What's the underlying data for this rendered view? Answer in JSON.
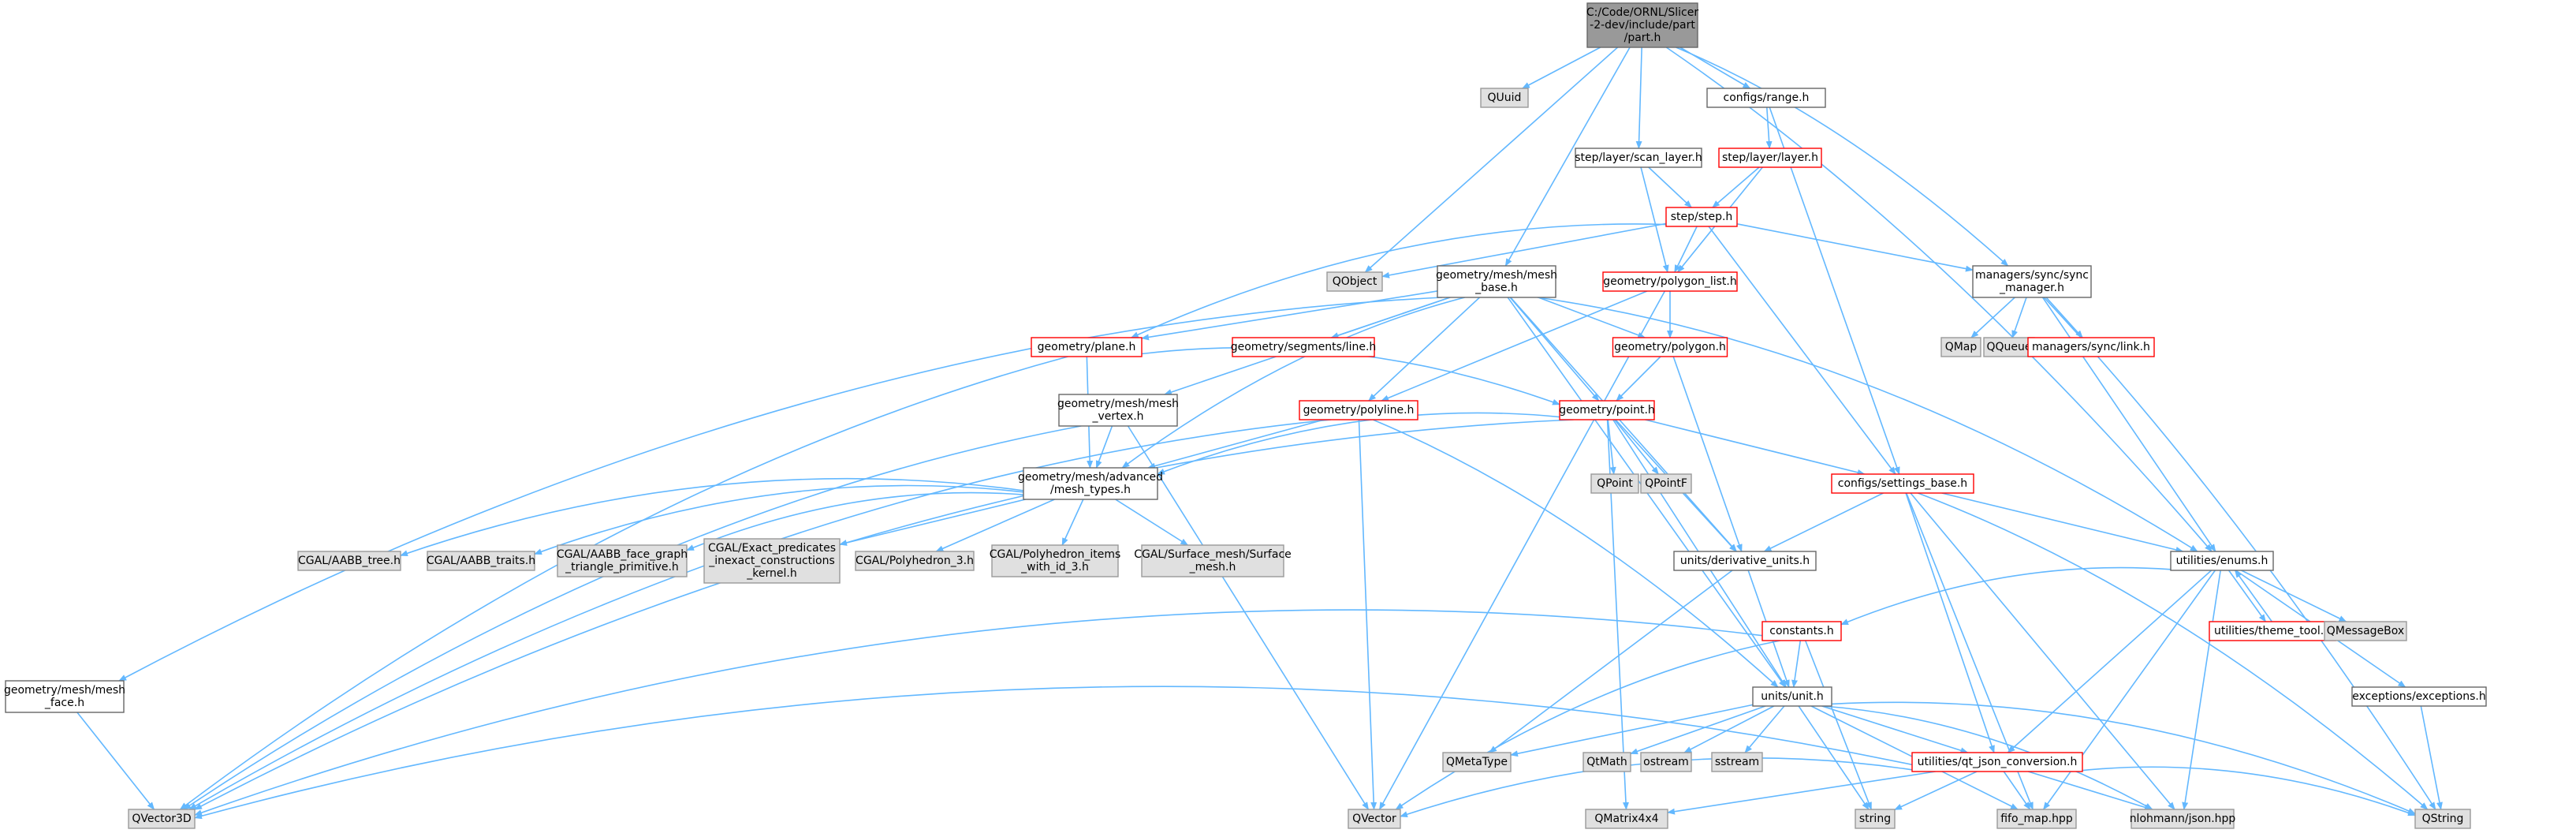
{
  "colors": {
    "edge": "#63b8ff",
    "root_fill": "#999999",
    "external_fill": "#e0e0e0",
    "external_stroke": "#999999",
    "header_fill": "#ffffff",
    "header_stroke": "#666666",
    "incomplete_stroke": "#ff0000"
  },
  "graph": {
    "nodes": [
      {
        "id": "part",
        "kind": "root",
        "lines": [
          "C:/Code/ORNL/Slicer",
          "-2-dev/include/part",
          "/part.h"
        ]
      },
      {
        "id": "quuid",
        "kind": "external",
        "lines": [
          "QUuid"
        ]
      },
      {
        "id": "range",
        "kind": "header",
        "lines": [
          "configs/range.h"
        ]
      },
      {
        "id": "scanlayer",
        "kind": "header",
        "lines": [
          "step/layer/scan_layer.h"
        ]
      },
      {
        "id": "layer",
        "kind": "incomplete",
        "lines": [
          "step/layer/layer.h"
        ]
      },
      {
        "id": "step",
        "kind": "incomplete",
        "lines": [
          "step/step.h"
        ]
      },
      {
        "id": "qobject",
        "kind": "external",
        "lines": [
          "QObject"
        ]
      },
      {
        "id": "meshbase",
        "kind": "header",
        "lines": [
          "geometry/mesh/mesh",
          "_base.h"
        ]
      },
      {
        "id": "polylist",
        "kind": "incomplete",
        "lines": [
          "geometry/polygon_list.h"
        ]
      },
      {
        "id": "syncmgr",
        "kind": "header",
        "lines": [
          "managers/sync/sync",
          "_manager.h"
        ]
      },
      {
        "id": "qmap",
        "kind": "external",
        "lines": [
          "QMap"
        ]
      },
      {
        "id": "qqueue",
        "kind": "external",
        "lines": [
          "QQueue"
        ]
      },
      {
        "id": "synclink",
        "kind": "incomplete",
        "lines": [
          "managers/sync/link.h"
        ]
      },
      {
        "id": "plane",
        "kind": "incomplete",
        "lines": [
          "geometry/plane.h"
        ]
      },
      {
        "id": "segline",
        "kind": "incomplete",
        "lines": [
          "geometry/segments/line.h"
        ]
      },
      {
        "id": "polygon",
        "kind": "incomplete",
        "lines": [
          "geometry/polygon.h"
        ]
      },
      {
        "id": "meshvertex",
        "kind": "header",
        "lines": [
          "geometry/mesh/mesh",
          "_vertex.h"
        ]
      },
      {
        "id": "polyline",
        "kind": "incomplete",
        "lines": [
          "geometry/polyline.h"
        ]
      },
      {
        "id": "point",
        "kind": "incomplete",
        "lines": [
          "geometry/point.h"
        ]
      },
      {
        "id": "qpoint",
        "kind": "external",
        "lines": [
          "QPoint"
        ]
      },
      {
        "id": "qpointf",
        "kind": "external",
        "lines": [
          "QPointF"
        ]
      },
      {
        "id": "meshtypes",
        "kind": "header",
        "lines": [
          "geometry/mesh/advanced",
          "/mesh_types.h"
        ]
      },
      {
        "id": "settings",
        "kind": "incomplete",
        "lines": [
          "configs/settings_base.h"
        ]
      },
      {
        "id": "aabbtree",
        "kind": "external",
        "lines": [
          "CGAL/AABB_tree.h"
        ]
      },
      {
        "id": "aabbtraits",
        "kind": "external",
        "lines": [
          "CGAL/AABB_traits.h"
        ]
      },
      {
        "id": "aabbface",
        "kind": "external",
        "lines": [
          "CGAL/AABB_face_graph",
          "_triangle_primitive.h"
        ]
      },
      {
        "id": "exactpred",
        "kind": "external",
        "lines": [
          "CGAL/Exact_predicates",
          "_inexact_constructions",
          "_kernel.h"
        ]
      },
      {
        "id": "polyhedron",
        "kind": "external",
        "lines": [
          "CGAL/Polyhedron_3.h"
        ]
      },
      {
        "id": "polyitems",
        "kind": "external",
        "lines": [
          "CGAL/Polyhedron_items",
          "_with_id_3.h"
        ]
      },
      {
        "id": "surfmesh",
        "kind": "external",
        "lines": [
          "CGAL/Surface_mesh/Surface",
          "_mesh.h"
        ]
      },
      {
        "id": "derivunits",
        "kind": "header",
        "lines": [
          "units/derivative_units.h"
        ]
      },
      {
        "id": "enums",
        "kind": "header",
        "lines": [
          "utilities/enums.h"
        ]
      },
      {
        "id": "themetool",
        "kind": "incomplete",
        "lines": [
          "utilities/theme_tool.h"
        ]
      },
      {
        "id": "qmsgbox",
        "kind": "external",
        "lines": [
          "QMessageBox"
        ]
      },
      {
        "id": "constants",
        "kind": "incomplete",
        "lines": [
          "constants.h"
        ]
      },
      {
        "id": "exceptions",
        "kind": "header",
        "lines": [
          "exceptions/exceptions.h"
        ]
      },
      {
        "id": "meshface",
        "kind": "header",
        "lines": [
          "geometry/mesh/mesh",
          "_face.h"
        ]
      },
      {
        "id": "unit",
        "kind": "header",
        "lines": [
          "units/unit.h"
        ]
      },
      {
        "id": "qmetatype",
        "kind": "external",
        "lines": [
          "QMetaType"
        ]
      },
      {
        "id": "qtmath",
        "kind": "external",
        "lines": [
          "QtMath"
        ]
      },
      {
        "id": "ostream",
        "kind": "external",
        "lines": [
          "ostream"
        ]
      },
      {
        "id": "sstream",
        "kind": "external",
        "lines": [
          "sstream"
        ]
      },
      {
        "id": "qtjson",
        "kind": "incomplete",
        "lines": [
          "utilities/qt_json_conversion.h"
        ]
      },
      {
        "id": "qvector3d",
        "kind": "external",
        "lines": [
          "QVector3D"
        ]
      },
      {
        "id": "qvector",
        "kind": "external",
        "lines": [
          "QVector"
        ]
      },
      {
        "id": "qmatrix",
        "kind": "external",
        "lines": [
          "QMatrix4x4"
        ]
      },
      {
        "id": "string",
        "kind": "external",
        "lines": [
          "string"
        ]
      },
      {
        "id": "fifomap",
        "kind": "external",
        "lines": [
          "fifo_map.hpp"
        ]
      },
      {
        "id": "nlohmann",
        "kind": "external",
        "lines": [
          "nlohmann/json.hpp"
        ]
      },
      {
        "id": "qstring",
        "kind": "external",
        "lines": [
          "QString"
        ]
      }
    ],
    "edges": [
      [
        "part",
        "quuid"
      ],
      [
        "part",
        "qobject"
      ],
      [
        "part",
        "range"
      ],
      [
        "part",
        "scanlayer"
      ],
      [
        "part",
        "meshbase"
      ],
      [
        "part",
        "syncmgr"
      ],
      [
        "part",
        "enums"
      ],
      [
        "range",
        "layer"
      ],
      [
        "range",
        "settings"
      ],
      [
        "scanlayer",
        "step"
      ],
      [
        "scanlayer",
        "polylist"
      ],
      [
        "layer",
        "step"
      ],
      [
        "layer",
        "polylist"
      ],
      [
        "step",
        "qobject"
      ],
      [
        "step",
        "polylist"
      ],
      [
        "step",
        "syncmgr"
      ],
      [
        "step",
        "settings"
      ],
      [
        "step",
        "plane"
      ],
      [
        "meshbase",
        "plane"
      ],
      [
        "meshbase",
        "segline"
      ],
      [
        "meshbase",
        "polygon"
      ],
      [
        "meshbase",
        "meshvertex"
      ],
      [
        "meshbase",
        "polyline"
      ],
      [
        "meshbase",
        "point"
      ],
      [
        "meshbase",
        "meshtypes"
      ],
      [
        "meshbase",
        "meshface"
      ],
      [
        "meshbase",
        "derivunits"
      ],
      [
        "meshbase",
        "unit"
      ],
      [
        "meshbase",
        "enums"
      ],
      [
        "polylist",
        "polygon"
      ],
      [
        "polylist",
        "polyline"
      ],
      [
        "polylist",
        "qvector"
      ],
      [
        "syncmgr",
        "qmap"
      ],
      [
        "syncmgr",
        "qqueue"
      ],
      [
        "syncmgr",
        "synclink"
      ],
      [
        "syncmgr",
        "enums"
      ],
      [
        "syncmgr",
        "qstring"
      ],
      [
        "plane",
        "point"
      ],
      [
        "plane",
        "meshtypes"
      ],
      [
        "plane",
        "qvector3d"
      ],
      [
        "polygon",
        "point"
      ],
      [
        "polygon",
        "derivunits"
      ],
      [
        "meshvertex",
        "meshtypes"
      ],
      [
        "meshvertex",
        "qvector3d"
      ],
      [
        "meshvertex",
        "qvector"
      ],
      [
        "polyline",
        "meshtypes"
      ],
      [
        "polyline",
        "qvector3d"
      ],
      [
        "polyline",
        "qvector"
      ],
      [
        "polyline",
        "unit"
      ],
      [
        "point",
        "qpoint"
      ],
      [
        "point",
        "qpointf"
      ],
      [
        "point",
        "meshtypes"
      ],
      [
        "point",
        "settings"
      ],
      [
        "point",
        "derivunits"
      ],
      [
        "point",
        "unit"
      ],
      [
        "point",
        "qvector3d"
      ],
      [
        "point",
        "qmatrix"
      ],
      [
        "meshtypes",
        "aabbtree"
      ],
      [
        "meshtypes",
        "aabbtraits"
      ],
      [
        "meshtypes",
        "aabbface"
      ],
      [
        "meshtypes",
        "exactpred"
      ],
      [
        "meshtypes",
        "polyhedron"
      ],
      [
        "meshtypes",
        "polyitems"
      ],
      [
        "meshtypes",
        "surfmesh"
      ],
      [
        "settings",
        "derivunits"
      ],
      [
        "settings",
        "enums"
      ],
      [
        "settings",
        "qtjson"
      ],
      [
        "settings",
        "fifomap"
      ],
      [
        "settings",
        "nlohmann"
      ],
      [
        "settings",
        "qstring"
      ],
      [
        "derivunits",
        "unit"
      ],
      [
        "derivunits",
        "qmetatype"
      ],
      [
        "enums",
        "constants"
      ],
      [
        "enums",
        "themetool"
      ],
      [
        "enums",
        "qmsgbox"
      ],
      [
        "enums",
        "exceptions"
      ],
      [
        "enums",
        "qtjson"
      ],
      [
        "enums",
        "fifomap"
      ],
      [
        "enums",
        "nlohmann"
      ],
      [
        "themetool",
        "enums"
      ],
      [
        "constants",
        "unit"
      ],
      [
        "constants",
        "qvector3d"
      ],
      [
        "constants",
        "qvector"
      ],
      [
        "constants",
        "string"
      ],
      [
        "exceptions",
        "qstring"
      ],
      [
        "meshface",
        "qvector3d"
      ],
      [
        "unit",
        "qmetatype"
      ],
      [
        "unit",
        "qtmath"
      ],
      [
        "unit",
        "ostream"
      ],
      [
        "unit",
        "sstream"
      ],
      [
        "unit",
        "qtjson"
      ],
      [
        "unit",
        "string"
      ],
      [
        "unit",
        "fifomap"
      ],
      [
        "unit",
        "nlohmann"
      ],
      [
        "unit",
        "qstring"
      ],
      [
        "qtjson",
        "qvector3d"
      ],
      [
        "qtjson",
        "qvector"
      ],
      [
        "qtjson",
        "qmatrix"
      ],
      [
        "qtjson",
        "string"
      ],
      [
        "qtjson",
        "fifomap"
      ],
      [
        "qtjson",
        "nlohmann"
      ],
      [
        "qtjson",
        "qstring"
      ]
    ]
  }
}
